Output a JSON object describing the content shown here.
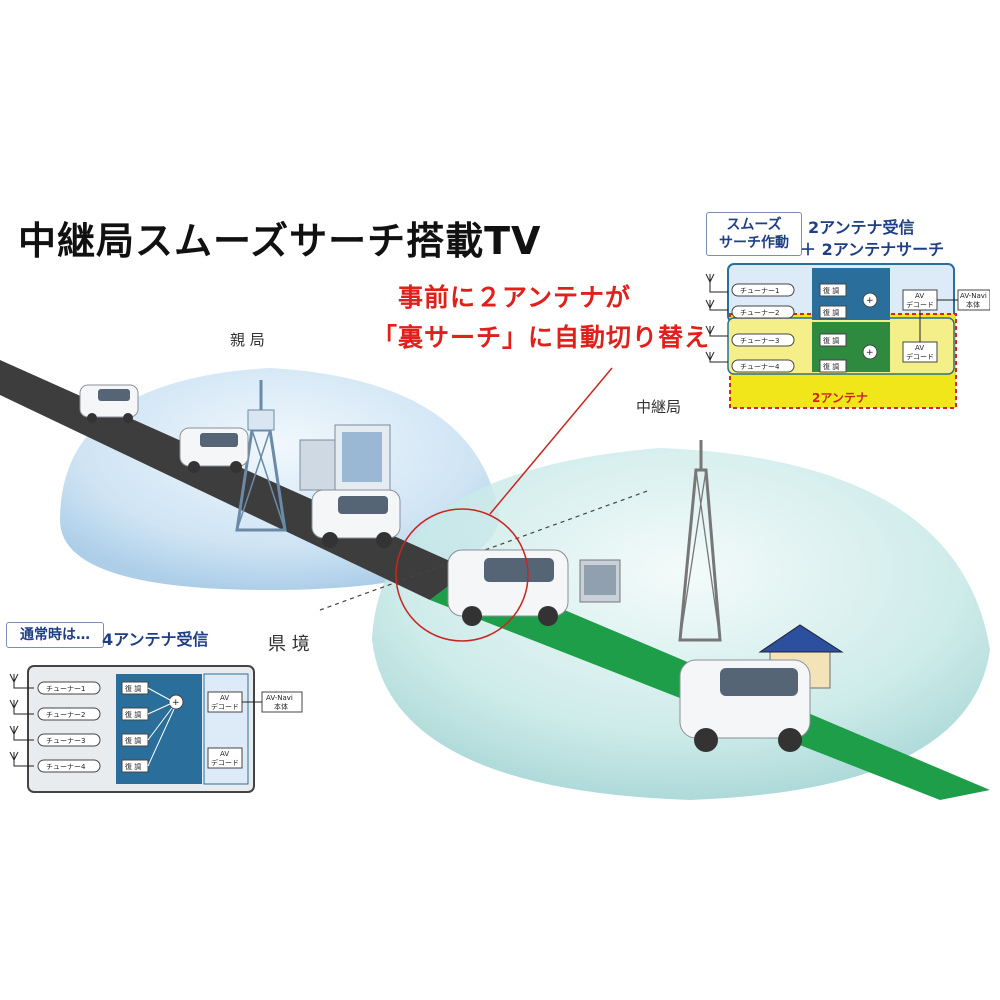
{
  "title": "中継局スムーズサーチ搭載TV",
  "callout": {
    "line1": "事前に２アンテナが",
    "line2": "「裏サーチ」に自動切り替え"
  },
  "scene": {
    "parent_station": "親 局",
    "relay_station": "中継局",
    "prefecture_border": "県 境"
  },
  "top_diagram": {
    "mode_box_line1": "スムーズ",
    "mode_box_line2": "サーチ作動",
    "heading_line1": "2アンテナ受信",
    "heading_line2": "＋ 2アンテナサーチ",
    "tuners": [
      "チューナー1",
      "チューナー2",
      "チューナー3",
      "チューナー4"
    ],
    "demod": "復 調",
    "av_decode_line1": "AV",
    "av_decode_line2": "デコード",
    "navi_line1": "AV-Navi",
    "navi_line2": "本体",
    "two_antenna": "2アンテナ"
  },
  "bottom_diagram": {
    "mode_box": "通常時は…",
    "heading": "4アンテナ受信",
    "tuners": [
      "チューナー1",
      "チューナー2",
      "チューナー3",
      "チューナー4"
    ],
    "demod": "復 調",
    "av_decode_line1": "AV",
    "av_decode_line2": "デコード",
    "navi_line1": "AV-Navi",
    "navi_line2": "本体"
  },
  "colors": {
    "callout": "#e0201b",
    "road_dark": "#3a3a3a",
    "road_green": "#1f9e4a",
    "dome_blue": "#bcd9ef",
    "dome_teal": "#bfe6e3",
    "diagram_blue": "#2a6f9c",
    "diagram_yellow": "#f0e61a",
    "diagram_green": "#2d8a3e"
  }
}
